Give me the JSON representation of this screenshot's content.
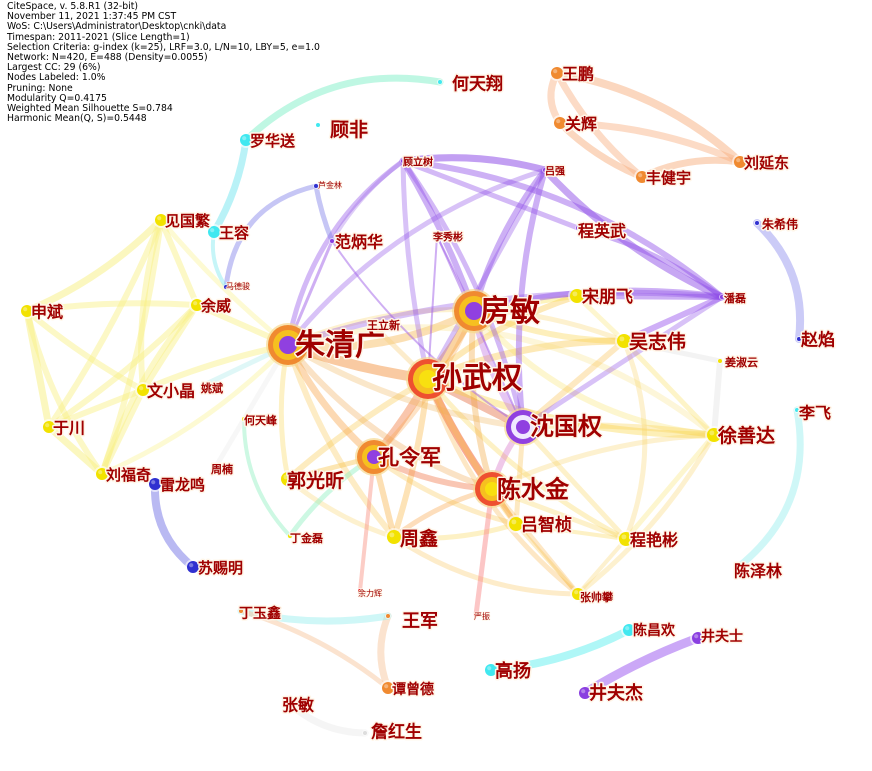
{
  "info_lines": [
    "CiteSpace, v. 5.8.R1 (32-bit)",
    "November 11, 2021 1:37:45 PM CST",
    "WoS: C:\\Users\\Administrator\\Desktop\\cnki\\data",
    "Timespan: 2011-2021 (Slice Length=1)",
    "Selection Criteria: g-index (k=25), LRF=3.0, L/N=10, LBY=5, e=1.0",
    "Network: N=420, E=488 (Density=0.0055)",
    "Largest CC: 29 (6%)",
    "Nodes Labeled: 1.0%",
    "Pruning: None",
    "Modularity Q=0.4175",
    "Weighted Mean Silhouette S=0.784",
    "Harmonic Mean(Q, S)=0.5448"
  ],
  "colors": {
    "purple": "#8a3fe0",
    "orange": "#f08a30",
    "yellow": "#f2e200",
    "red": "#e62020",
    "cyan": "#40e8f0",
    "blue": "#3030d0",
    "label": "#a00000"
  },
  "nodes": [
    {
      "id": "sunwuquan",
      "label": "孙武权",
      "size": "xl",
      "color": "red"
    },
    {
      "id": "fangmin",
      "label": "房敏",
      "size": "xl",
      "color": "orange"
    },
    {
      "id": "zhuqingguang",
      "label": "朱清广",
      "size": "xl",
      "color": "orange"
    },
    {
      "id": "shenguoquan",
      "label": "沈国权",
      "size": "l",
      "color": "purple"
    },
    {
      "id": "chenshuijin",
      "label": "陈水金",
      "size": "l",
      "color": "red"
    },
    {
      "id": "konglingjun",
      "label": "孔令军",
      "size": "l",
      "color": "orange"
    },
    {
      "id": "wuzhiwei",
      "label": "吴志伟",
      "size": "m",
      "color": "yellow"
    },
    {
      "id": "songpengfei",
      "label": "宋朋飞",
      "size": "m",
      "color": "yellow"
    },
    {
      "id": "xushanda",
      "label": "徐善达",
      "size": "m",
      "color": "yellow"
    },
    {
      "id": "lvzhizhen",
      "label": "吕智桢",
      "size": "m",
      "color": "yellow"
    },
    {
      "id": "zhouxin",
      "label": "周鑫",
      "size": "m",
      "color": "yellow"
    },
    {
      "id": "guoguangxin",
      "label": "郭光昕",
      "size": "m",
      "color": "yellow"
    },
    {
      "id": "chengyanbin",
      "label": "程艳彬",
      "size": "m",
      "color": "yellow"
    },
    {
      "id": "zhangshuaipan",
      "label": "张帅攀",
      "size": "s",
      "color": "yellow"
    },
    {
      "id": "wenxiaojing",
      "label": "文小晶",
      "size": "s",
      "color": "yellow"
    },
    {
      "id": "yuchuan",
      "label": "于川",
      "size": "s",
      "color": "yellow"
    },
    {
      "id": "liufuqi",
      "label": "刘福奇",
      "size": "s",
      "color": "yellow"
    },
    {
      "id": "shenbin",
      "label": "申斌",
      "size": "s",
      "color": "yellow"
    },
    {
      "id": "yuwei",
      "label": "余威",
      "size": "s",
      "color": "yellow"
    },
    {
      "id": "jianguofan",
      "label": "见国繁",
      "size": "s",
      "color": "yellow"
    },
    {
      "id": "leilongming",
      "label": "雷龙鸣",
      "size": "s",
      "color": "blue"
    },
    {
      "id": "suciming",
      "label": "苏赐明",
      "size": "s",
      "color": "blue"
    },
    {
      "id": "wangrong",
      "label": "王容",
      "size": "s",
      "color": "cyan"
    },
    {
      "id": "luohuasong",
      "label": "罗华送",
      "size": "s",
      "color": "cyan"
    },
    {
      "id": "gufei",
      "label": "顾非",
      "size": "t",
      "color": "cyan"
    },
    {
      "id": "hetianxiang",
      "label": "何天翔",
      "size": "t",
      "color": "cyan"
    },
    {
      "id": "wangpeng",
      "label": "王鹏",
      "size": "s",
      "color": "orange"
    },
    {
      "id": "guanhui",
      "label": "关辉",
      "size": "s",
      "color": "orange"
    },
    {
      "id": "fengjianyu",
      "label": "丰健宇",
      "size": "s",
      "color": "orange"
    },
    {
      "id": "liuyandong",
      "label": "刘延东",
      "size": "s",
      "color": "orange"
    },
    {
      "id": "gulishu",
      "label": "顾立树",
      "size": "t",
      "color": "purple"
    },
    {
      "id": "lvqiang",
      "label": "吕强",
      "size": "t",
      "color": "purple"
    },
    {
      "id": "chengyingwu",
      "label": "程英武",
      "size": "t",
      "color": "purple"
    },
    {
      "id": "fanbinghua",
      "label": "范炳华",
      "size": "t",
      "color": "purple"
    },
    {
      "id": "lixiubin",
      "label": "李秀彬",
      "size": "t",
      "color": "purple"
    },
    {
      "id": "panlei",
      "label": "潘磊",
      "size": "t",
      "color": "purple"
    },
    {
      "id": "lujinlin",
      "label": "芦金林",
      "size": "t",
      "color": "blue"
    },
    {
      "id": "madejun",
      "label": "马德骏",
      "size": "t",
      "color": "blue"
    },
    {
      "id": "zhuxiwei",
      "label": "朱希伟",
      "size": "t",
      "color": "blue"
    },
    {
      "id": "zhaoyan",
      "label": "赵焰",
      "size": "t",
      "color": "blue"
    },
    {
      "id": "wangxinli",
      "label": "王立新",
      "size": "t",
      "color": "yellow"
    },
    {
      "id": "yaobin",
      "label": "姚斌",
      "size": "t",
      "color": "yellow"
    },
    {
      "id": "hetianfeng",
      "label": "何天峰",
      "size": "t",
      "color": "yellow"
    },
    {
      "id": "zhounan",
      "label": "周楠",
      "size": "t",
      "color": "yellow"
    },
    {
      "id": "jiangshuyun",
      "label": "姜淑云",
      "size": "t",
      "color": "yellow"
    },
    {
      "id": "lifei",
      "label": "李飞",
      "size": "t",
      "color": "cyan"
    },
    {
      "id": "chenzelin",
      "label": "陈泽林",
      "size": "t",
      "color": "cyan"
    },
    {
      "id": "dingjinlei",
      "label": "丁金磊",
      "size": "t",
      "color": "yellow"
    },
    {
      "id": "yulihui",
      "label": "余力辉",
      "size": "t",
      "color": "red"
    },
    {
      "id": "yanzhen",
      "label": "严振",
      "size": "t",
      "color": "red"
    },
    {
      "id": "dingyuxin",
      "label": "丁玉鑫",
      "size": "t",
      "color": "orange"
    },
    {
      "id": "wangjun",
      "label": "王军",
      "size": "t",
      "color": "orange"
    },
    {
      "id": "tanzengde",
      "label": "谭曾德",
      "size": "s",
      "color": "orange"
    },
    {
      "id": "zhangmin",
      "label": "张敏",
      "size": "t",
      "color": "gray"
    },
    {
      "id": "zhanhongsheng",
      "label": "詹红生",
      "size": "t",
      "color": "gray"
    },
    {
      "id": "gaoyang",
      "label": "高扬",
      "size": "s",
      "color": "cyan"
    },
    {
      "id": "chenchanghuan",
      "label": "陈昌欢",
      "size": "s",
      "color": "cyan"
    },
    {
      "id": "jingfushi",
      "label": "井夫士",
      "size": "s",
      "color": "purple"
    },
    {
      "id": "jingfujie",
      "label": "井夫杰",
      "size": "s",
      "color": "purple"
    }
  ]
}
